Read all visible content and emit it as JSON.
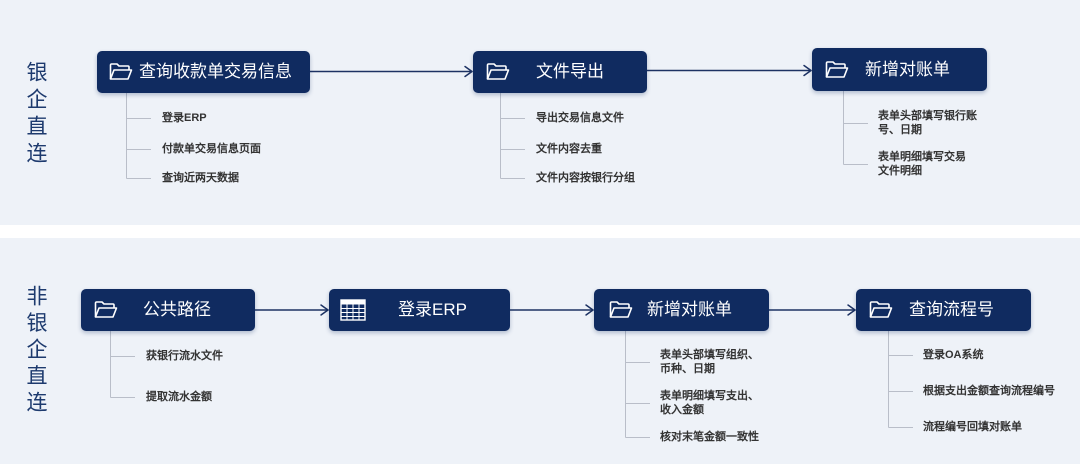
{
  "colors": {
    "panel_bg": "#eef2f8",
    "box_bg": "#102b60",
    "box_text": "#ffffff",
    "label": "#1d3a6e",
    "item_text": "#333333",
    "arrow": "#1d3263",
    "tree_line": "#b9bec9"
  },
  "sections": [
    {
      "label": "银企直连",
      "steps": [
        {
          "title": "查询收款单交易信息",
          "icon": "folder-open-icon",
          "items": [
            "登录ERP",
            "付款单交易信息页面",
            "查询近两天数据"
          ]
        },
        {
          "title": "文件导出",
          "icon": "folder-open-icon",
          "items": [
            "导出交易信息文件",
            "文件内容去重",
            "文件内容按银行分组"
          ]
        },
        {
          "title": "新增对账单",
          "icon": "folder-open-icon",
          "items": [
            "表单头部填写银行账\n号、日期",
            "表单明细填写交易\n文件明细"
          ]
        }
      ]
    },
    {
      "label": "非银企直连",
      "steps": [
        {
          "title": "公共路径",
          "icon": "folder-open-icon",
          "items": [
            "获银行流水文件",
            "提取流水金额"
          ]
        },
        {
          "title": "登录ERP",
          "icon": "table-icon",
          "items": []
        },
        {
          "title": "新增对账单",
          "icon": "folder-open-icon",
          "items": [
            "表单头部填写组织、\n币种、日期",
            "表单明细填写支出、\n收入金额",
            "核对末笔金额一致性"
          ]
        },
        {
          "title": "查询流程号",
          "icon": "folder-open-icon",
          "items": [
            "登录OA系统",
            "根据支出金额查询流程编号",
            "流程编号回填对账单"
          ]
        }
      ]
    }
  ]
}
